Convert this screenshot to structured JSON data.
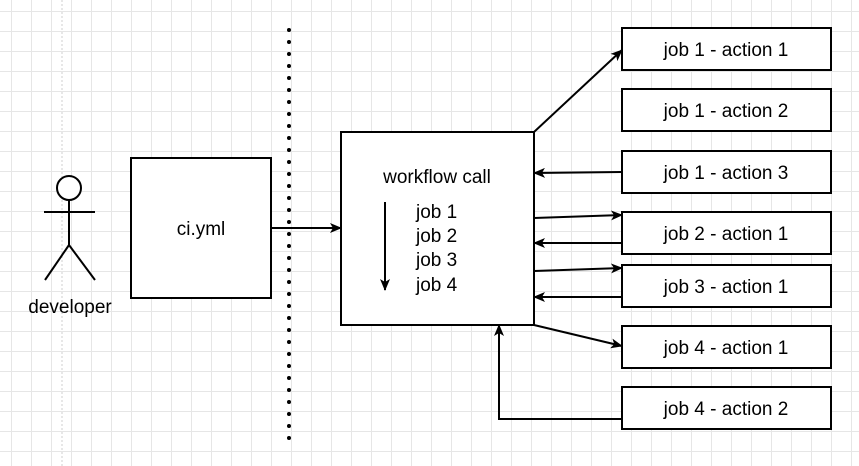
{
  "actor": {
    "label": "developer"
  },
  "config_box": {
    "label": "ci.yml"
  },
  "workflow": {
    "title": "workflow call",
    "jobs": [
      "job 1",
      "job 2",
      "job 3",
      "job 4"
    ]
  },
  "actions": [
    "job 1 - action 1",
    "job 1 - action 2",
    "job 1 - action 3",
    "job 2 - action 1",
    "job 3 - action 1",
    "job 4 - action 1",
    "job 4 - action 2"
  ]
}
